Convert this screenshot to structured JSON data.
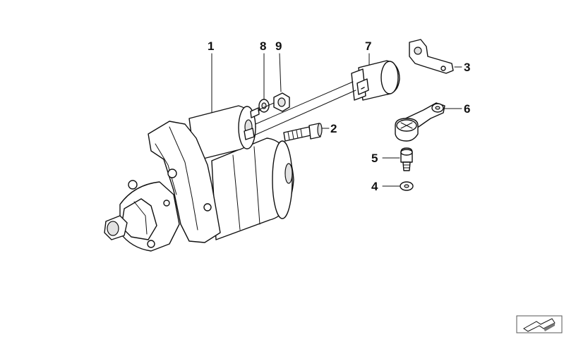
{
  "diagram": {
    "callouts": [
      {
        "id": "1",
        "label": "1"
      },
      {
        "id": "2",
        "label": "2"
      },
      {
        "id": "3",
        "label": "3"
      },
      {
        "id": "4",
        "label": "4"
      },
      {
        "id": "5",
        "label": "5"
      },
      {
        "id": "6",
        "label": "6"
      },
      {
        "id": "7",
        "label": "7"
      },
      {
        "id": "8",
        "label": "8"
      },
      {
        "id": "9",
        "label": "9"
      }
    ],
    "icons": {
      "corner": "catalog-arrow-icon"
    },
    "colors": {
      "line": "#111111",
      "fill": "#ffffff",
      "shade": "#e2e2e2"
    }
  }
}
